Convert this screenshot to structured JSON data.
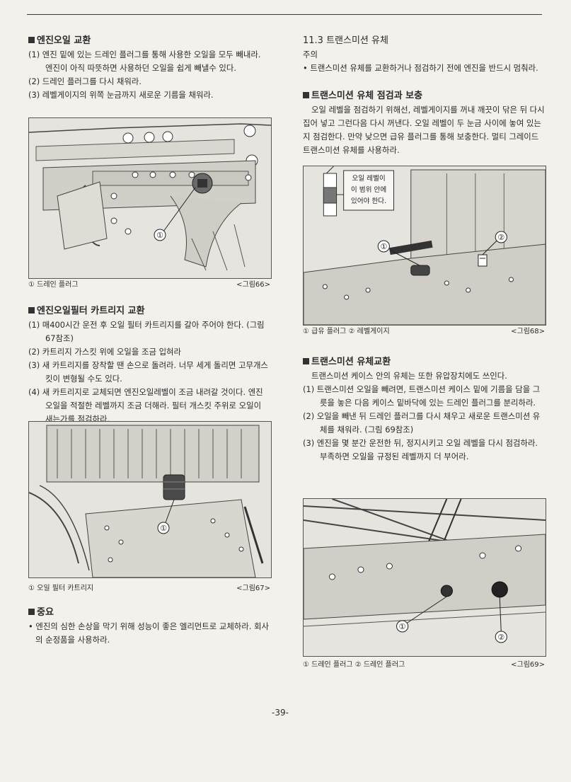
{
  "page_number": "-39-",
  "left": {
    "s1": {
      "title": "엔진오일 교환",
      "items": [
        "(1) 엔진 밑에 있는 드레인 플러그를 통해 사용한 오일을 모두 빼내라. 엔진이 아직 따뜻하면 사용하던 오일을 쉽게 빼낼수 있다.",
        "(2) 드레인 플러그를 다시 채워라.",
        "(3) 레벨게이지의 위쪽 눈금까지 새로운 기름을 채워라."
      ]
    },
    "fig66": {
      "caption": "① 드레인 플러그",
      "label": "<그림66>",
      "marker": "①"
    },
    "s2": {
      "title": "엔진오일필터 카트리지 교환",
      "items": [
        "(1) 매400시간 운전 후 오일 필터 카트리지를 갈아 주어야 한다. (그림 67참조)",
        "(2) 카트리지 가스킷 위에 오일을 조금 입혀라",
        "(3) 새 카트리지를 장착할 땐 손으로 돌려라. 너무 세게 돌리면 고무개스킷이 변형될 수도 있다.",
        "(4) 새 카트리지로 교체되면 엔진오일레벨이 조금 내려갈 것이다. 엔진오일을 적절한 레벨까지 조금 더해라. 필터 개스킷 주위로 오일이 새는가를 점검하라."
      ]
    },
    "fig67": {
      "caption": "① 오일 필터 카트리지",
      "label": "<그림67>",
      "marker": "①"
    },
    "s3": {
      "title": "중요",
      "bullet": "• 엔진의 심한 손상을 막기 위해 성능이 좋은 엘리먼트로 교체하라. 회사의 순정품을 사용하라."
    }
  },
  "right": {
    "s1": {
      "title": "11.3 트랜스미션 유체",
      "note": "주의",
      "bullet": "• 트랜스미션 유체를 교환하거나 점검하기 전에 엔진을 반드시 멈춰라."
    },
    "s2": {
      "title": "트랜스미션 유체 점검과 보충",
      "body": "오일 레벨을 점검하기 위해선, 레벨게이지를 꺼내 깨끗이 닦은 뒤 다시 집어 넣고 그런다음 다시 꺼낸다. 오일 레벨이 두 눈금 사이에 놓여 있는지 점검한다. 만약 낮으면 급유 플러그를 통해 보충한다. 멀티 그레이드 트랜스미션 유체를 사용하라."
    },
    "fig68": {
      "caption": "① 급유 플러그 ② 레벨게이지",
      "label": "<그림68>",
      "callout": [
        "오일 레벨이",
        "이 범위 안에",
        "있어야 한다."
      ],
      "marker1": "①",
      "marker2": "②"
    },
    "s3": {
      "title": "트랜스미션 유체교환",
      "body": "트랜스미션 케이스 안의 유체는 또한 유압장치에도 쓰인다.",
      "items": [
        "(1) 트랜스미션 오일을 빼려면, 트랜스미션 케이스 밑에 기름을 담을 그릇을 놓은 다음 케이스 밑바닥에 있는 드레인 플러그를 분리하라.",
        "(2) 오일을 빼낸 뒤 드레인 플러그를 다시 채우고 새로운 트랜스미션 유체를 채워라. (그림 69참조)",
        "(3) 엔진을 몇 분간 운전한 뒤, 정지시키고 오일 레벨을 다시 점검하라. 부족하면 오일을 규정된 레벨까지 더 부어라."
      ]
    },
    "fig69": {
      "caption": "① 드레인 플러그 ② 드레인 플러그",
      "label": "<그림69>",
      "marker1": "①",
      "marker2": "②"
    }
  }
}
